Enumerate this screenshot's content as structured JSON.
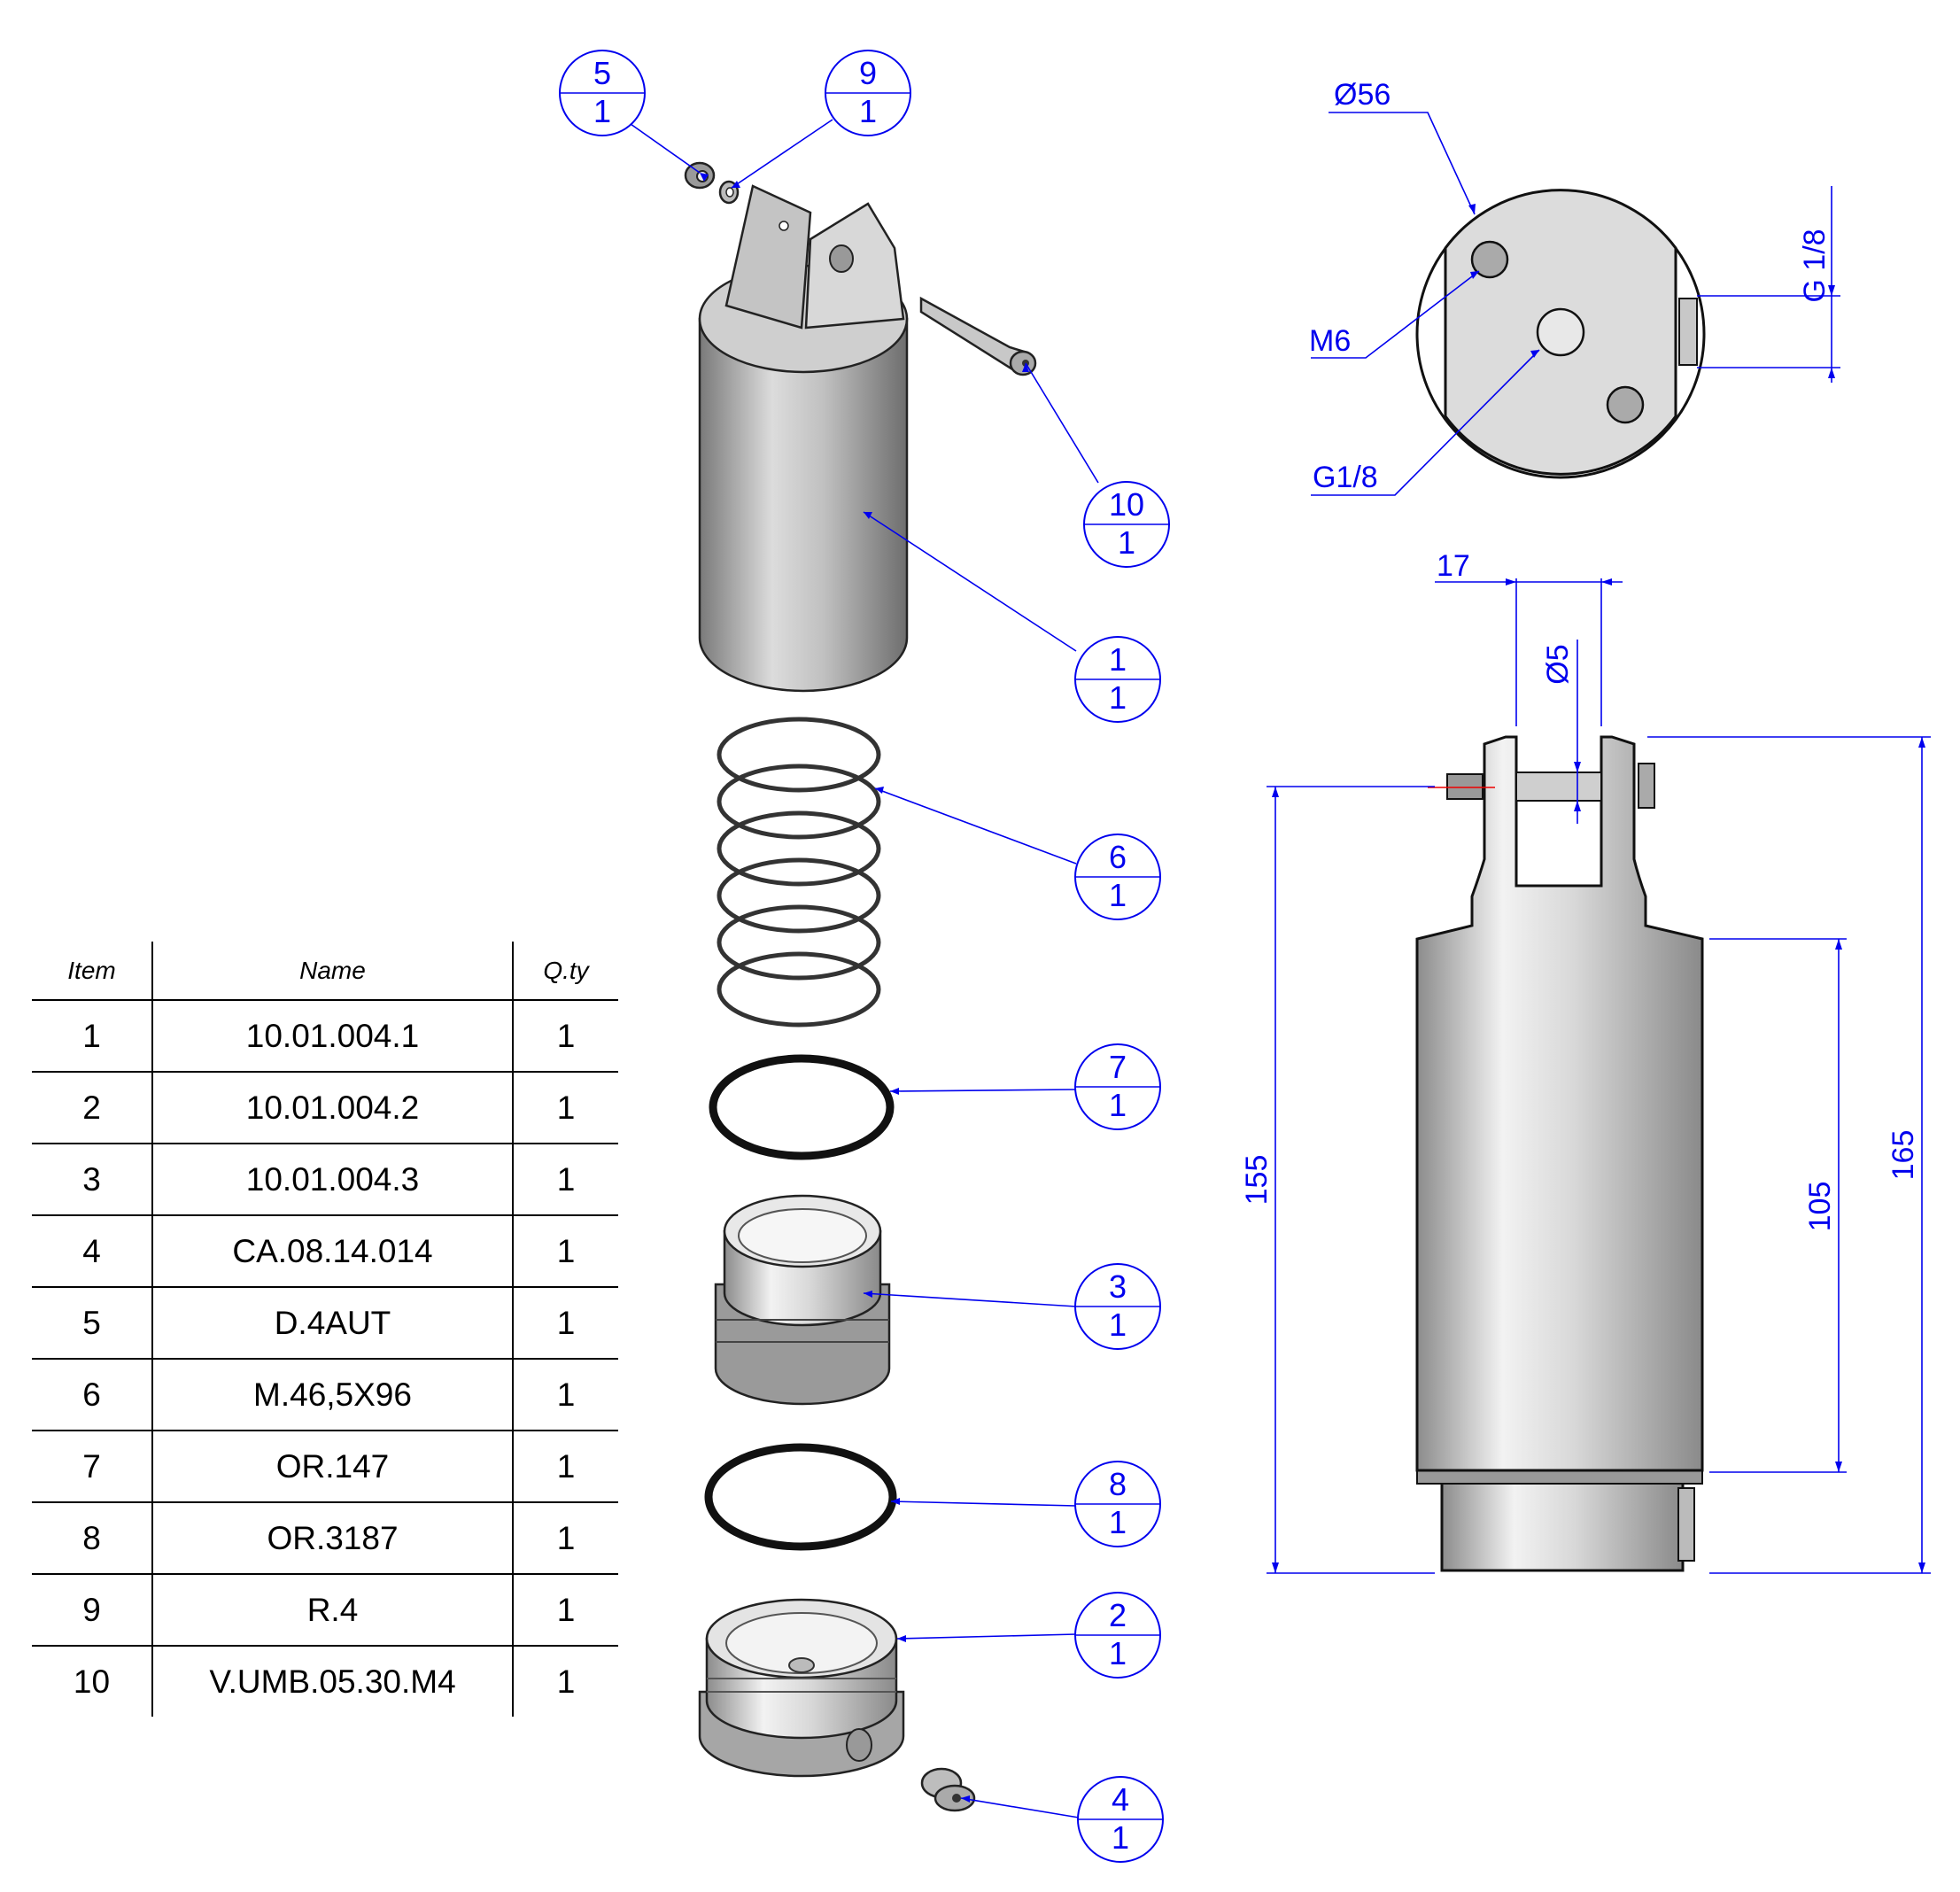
{
  "bom": {
    "headers": {
      "item": "Item",
      "name": "Name",
      "qty": "Q.ty"
    },
    "rows": [
      {
        "item": "1",
        "name": "10.01.004.1",
        "qty": "1"
      },
      {
        "item": "2",
        "name": "10.01.004.2",
        "qty": "1"
      },
      {
        "item": "3",
        "name": "10.01.004.3",
        "qty": "1"
      },
      {
        "item": "4",
        "name": "CA.08.14.014",
        "qty": "1"
      },
      {
        "item": "5",
        "name": "D.4AUT",
        "qty": "1"
      },
      {
        "item": "6",
        "name": "M.46,5X96",
        "qty": "1"
      },
      {
        "item": "7",
        "name": "OR.147",
        "qty": "1"
      },
      {
        "item": "8",
        "name": "OR.3187",
        "qty": "1"
      },
      {
        "item": "9",
        "name": "R.4",
        "qty": "1"
      },
      {
        "item": "10",
        "name": "V.UMB.05.30.M4",
        "qty": "1"
      }
    ]
  },
  "balloons": [
    {
      "item": "5",
      "qty": "1"
    },
    {
      "item": "9",
      "qty": "1"
    },
    {
      "item": "10",
      "qty": "1"
    },
    {
      "item": "1",
      "qty": "1"
    },
    {
      "item": "6",
      "qty": "1"
    },
    {
      "item": "7",
      "qty": "1"
    },
    {
      "item": "3",
      "qty": "1"
    },
    {
      "item": "8",
      "qty": "1"
    },
    {
      "item": "2",
      "qty": "1"
    },
    {
      "item": "4",
      "qty": "1"
    }
  ],
  "top_view": {
    "diameter": "Ø56",
    "hole_thread": "M6",
    "center_port": "G1/8",
    "side_port": "G 1/8"
  },
  "side_view": {
    "width_17": "17",
    "pin_dia": "Ø5",
    "h155": "155",
    "h105": "105",
    "h165": "165"
  },
  "colors": {
    "dimension": "#0000ee",
    "outline": "#222222",
    "part_grey": "#b8b8b8"
  }
}
